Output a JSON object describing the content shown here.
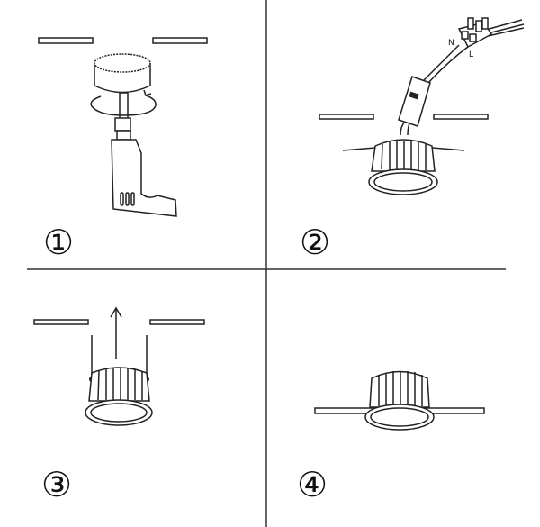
{
  "steps": [
    {
      "number": "①"
    },
    {
      "number": "②"
    },
    {
      "number": "③"
    },
    {
      "number": "④"
    }
  ],
  "wire_labels": {
    "neutral": "N",
    "live": "L"
  },
  "colors": {
    "line": "#222222",
    "background": "#ffffff"
  }
}
